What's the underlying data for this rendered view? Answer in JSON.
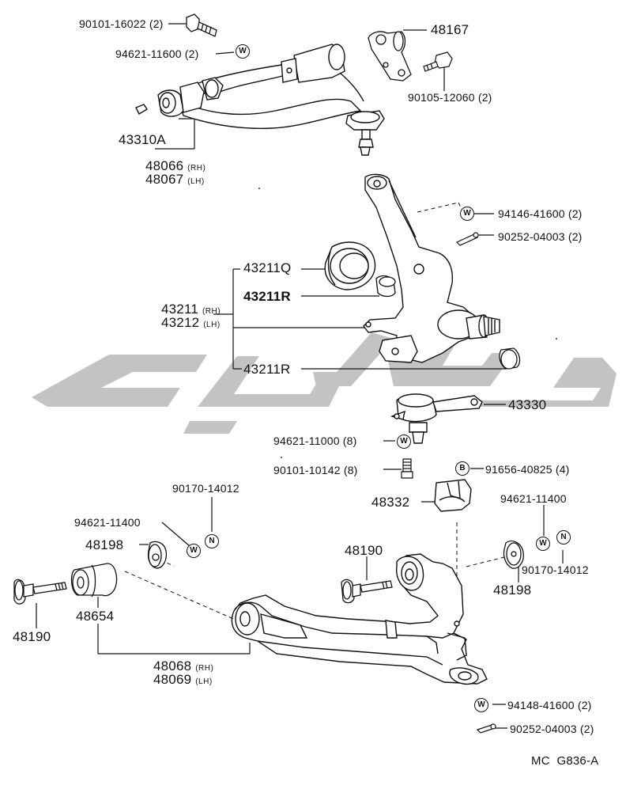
{
  "diagram": {
    "code": "MC  G836-A",
    "parts": {
      "p1": {
        "number": "90101-16022",
        "qty": "(2)"
      },
      "p2": {
        "number": "94621-11600",
        "qty": "(2)",
        "badge": "W"
      },
      "p3": {
        "number": "48167"
      },
      "p4": {
        "number": "90105-12060",
        "qty": "(2)"
      },
      "p5": {
        "number": "43310A"
      },
      "p6": {
        "number": "48066",
        "side": "(RH)"
      },
      "p7": {
        "number": "48067",
        "side": "(LH)"
      },
      "p8": {
        "number": "94146-41600",
        "qty": "(2)",
        "badge": "W"
      },
      "p9": {
        "number": "90252-04003",
        "qty": "(2)"
      },
      "p10": {
        "number": "43211Q"
      },
      "p11": {
        "number": "43211R"
      },
      "p12": {
        "number": "43211",
        "side": "(RH)"
      },
      "p13": {
        "number": "43212",
        "side": "(LH)"
      },
      "p14": {
        "number": "43211R"
      },
      "p15": {
        "number": "43330"
      },
      "p16": {
        "number": "94621-11000",
        "qty": "(8)",
        "badge": "W"
      },
      "p17": {
        "number": "90101-10142",
        "qty": "(8)"
      },
      "p18": {
        "number": "91656-40825",
        "qty": "(4)",
        "badge": "B"
      },
      "p19": {
        "number": "90170-14012",
        "badge": "N"
      },
      "p20": {
        "number": "48332"
      },
      "p21": {
        "number": "94621-11400",
        "badge": "W"
      },
      "p22": {
        "number": "94621-11400",
        "badge": "W"
      },
      "p23": {
        "number": "48198"
      },
      "p24": {
        "number": "48190"
      },
      "p25": {
        "number": "90170-14012",
        "badge": "N"
      },
      "p26": {
        "number": "48198"
      },
      "p27": {
        "number": "48190"
      },
      "p28": {
        "number": "48654"
      },
      "p29": {
        "number": "48068",
        "side": "(RH)"
      },
      "p30": {
        "number": "48069",
        "side": "(LH)"
      },
      "p31": {
        "number": "94148-41600",
        "qty": "(2)",
        "badge": "W"
      },
      "p32": {
        "number": "90252-04003",
        "qty": "(2)"
      }
    },
    "watermark_color": "#bdbdbd"
  }
}
